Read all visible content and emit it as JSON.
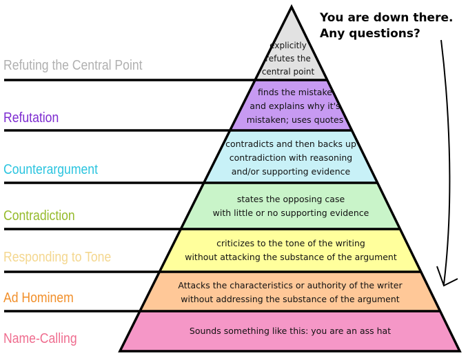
{
  "callout": {
    "line1": "You are down there.",
    "line2": "Any questions?"
  },
  "levels": [
    {
      "name": "Refuting the Central Point",
      "label_color": "#b0b0b0",
      "fill": "#e2e2e2",
      "description": [
        "explicitly",
        "refutes the",
        "central point"
      ]
    },
    {
      "name": "Refutation",
      "label_color": "#7d2bd0",
      "fill": "#c79af2",
      "description": [
        "finds the mistake",
        "and explains why it's",
        "mistaken; uses quotes"
      ]
    },
    {
      "name": "Counterargument",
      "label_color": "#2bc4df",
      "fill": "#c8f1f7",
      "description": [
        "contradicts and then backs up",
        "contradiction with reasoning",
        "and/or supporting evidence"
      ]
    },
    {
      "name": "Contradiction",
      "label_color": "#95ba2b",
      "fill": "#c9f4c9",
      "description": [
        "states the opposing case",
        "with little or no supporting evidence"
      ]
    },
    {
      "name": "Responding to Tone",
      "label_color": "#f4d78f",
      "fill": "#ffff9c",
      "description": [
        "criticizes to the tone of the writing",
        "without attacking the substance of the argument"
      ]
    },
    {
      "name": "Ad Hominem",
      "label_color": "#f18f2a",
      "fill": "#ffc898",
      "description": [
        "Attacks the  characteristics or authority of the writer",
        "without addressing the substance of the argument"
      ]
    },
    {
      "name": "Name-Calling",
      "label_color": "#ef6d8f",
      "fill": "#f597c7",
      "description": [
        "Sounds something like this: you are an ass hat"
      ]
    }
  ]
}
